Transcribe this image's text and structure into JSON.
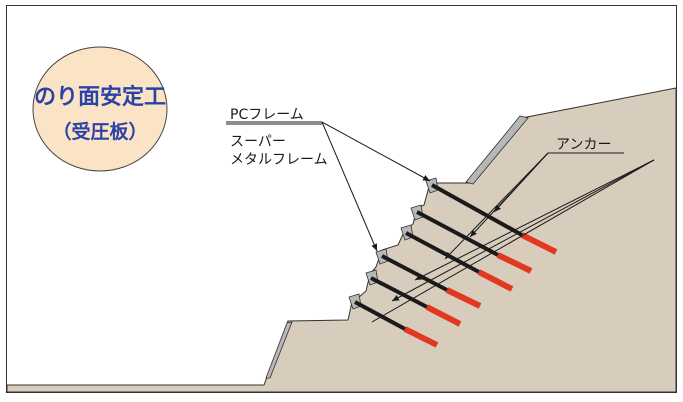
{
  "title": "のり面安定工",
  "subtitle": "（受圧板）",
  "labels": {
    "pc_frame": "PCフレーム",
    "super_line1": "スーパー",
    "super_line2": "メタルフレーム",
    "anchor": "アンカー"
  },
  "colors": {
    "soil": "#d8ccbc",
    "badge": "#fbe3c5",
    "title": "#2b43a6",
    "anchor_tip": "#e2381f",
    "frame": "#b7b7b7",
    "ink": "#1a1a1a"
  }
}
